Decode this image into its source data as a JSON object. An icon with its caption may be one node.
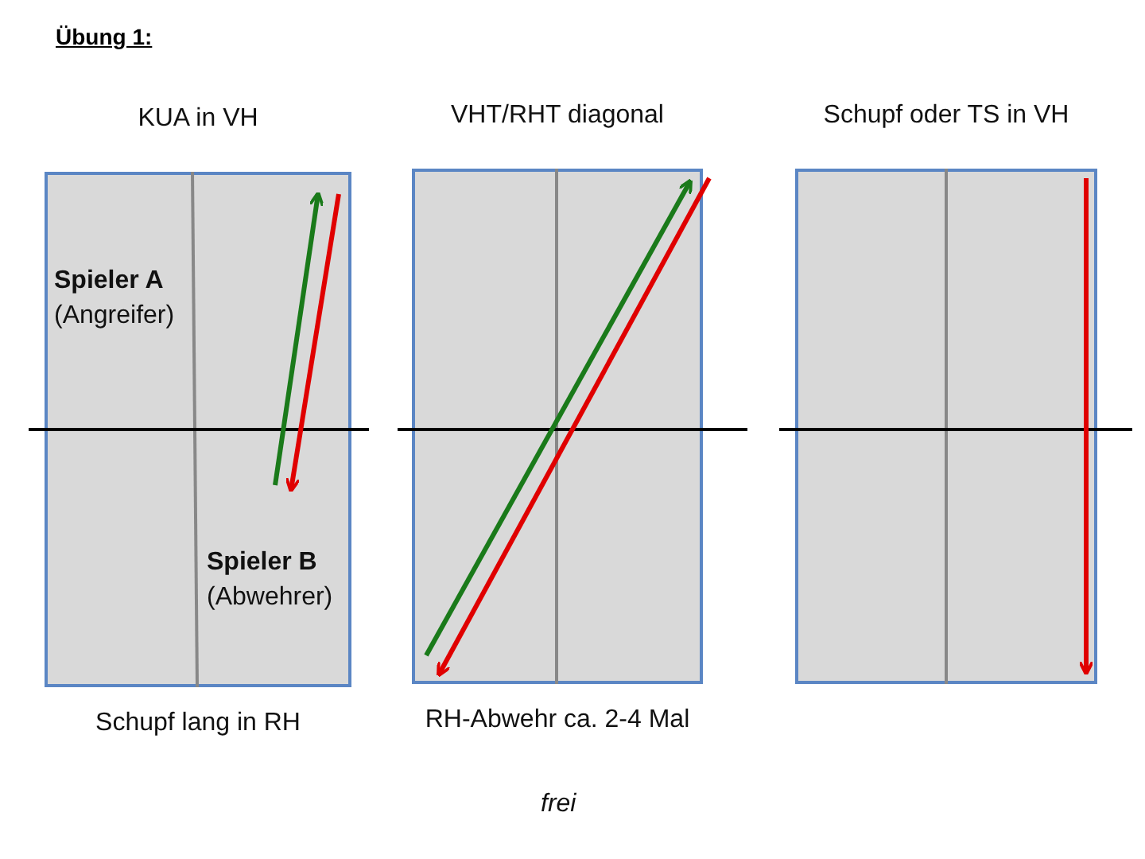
{
  "diagram": {
    "title": "Übung 1:",
    "nodes": [
      {
        "text": [
          "KUA in VH"
        ],
        "beside": [
          "Schupf lang in RH"
        ]
      },
      {
        "text": [
          "VHT/RHT diagonal"
        ],
        "beside": [
          "RH-Abwehr ca. 2-4 Mal"
        ]
      },
      {
        "text": [
          "Schupf oder TS in VH"
        ]
      }
    ],
    "labels": [
      "Spieler A",
      "(Angreifer)",
      "Spieler B",
      "(Abwehrer)",
      "frei"
    ]
  }
}
